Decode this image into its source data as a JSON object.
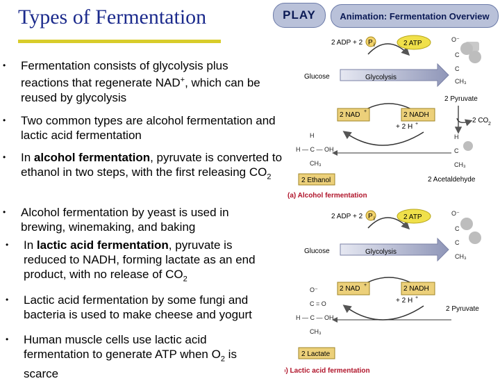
{
  "title": "Types of Fermentation",
  "play_label": "PLAY",
  "animation_label": "Animation: Fermentation Overview",
  "bullets": {
    "b1": "Fermentation consists of glycolysis plus reactions that regenerate NAD",
    "b1_sup": "+",
    "b1_tail": ", which can be reused by glycolysis",
    "b2": "Two common types are alcohol fermentation and lactic acid fermentation",
    "b3_pre": "In ",
    "b3_bold": "alcohol fermentation",
    "b3_post": ", pyruvate is converted to ethanol in two steps, with the first releasing CO",
    "b3_sub": "2",
    "b4": "Alcohol fermentation by yeast is used in brewing, winemaking, and baking",
    "b5_pre": "In ",
    "b5_bold": "lactic acid fermentation",
    "b5_post": ", pyruvate is reduced to NADH, forming lactate as an end product, with no release of CO",
    "b5_sub": "2",
    "b6": "Lactic acid fermentation by some fungi and bacteria is used to make cheese and yogurt",
    "b7_pre": "Human muscle cells use lactic acid fermentation to generate ATP when O",
    "b7_sub": "2",
    "b7_post": " is scarce"
  },
  "figure_a": {
    "adp": "2 ADP + 2",
    "pi": "P",
    "pi_sub": "i",
    "atp": "2 ATP",
    "glucose": "Glucose",
    "glycolysis": "Glycolysis",
    "pyruvate": "2 Pyruvate",
    "nad": "2 NAD",
    "nad_sup": "+",
    "nadh": "2 NADH",
    "h": "+ 2 H",
    "h_sup": "+",
    "co2": "2 CO",
    "co2_sub": "2",
    "ethanol": "2 Ethanol",
    "acetaldehyde": "2 Acetaldehyde",
    "caption": "(a) Alcohol fermentation"
  },
  "figure_b": {
    "adp": "2 ADP + 2",
    "pi": "P",
    "pi_sub": "i",
    "atp": "2 ATP",
    "glucose": "Glucose",
    "glycolysis": "Glycolysis",
    "pyruvate": "2 Pyruvate",
    "nad": "2 NAD",
    "nad_sup": "+",
    "nadh": "2 NADH",
    "h": "+ 2 H",
    "h_sup": "+",
    "lactate": "2 Lactate",
    "caption": "(b) Lactic acid fermentation"
  },
  "colors": {
    "title": "#1b2a8c",
    "underline": "#d8cc2a",
    "button_bg": "#b9c1d9",
    "caption": "#b0142a"
  },
  "icons": {
    "bullet": "bullet-dot"
  }
}
